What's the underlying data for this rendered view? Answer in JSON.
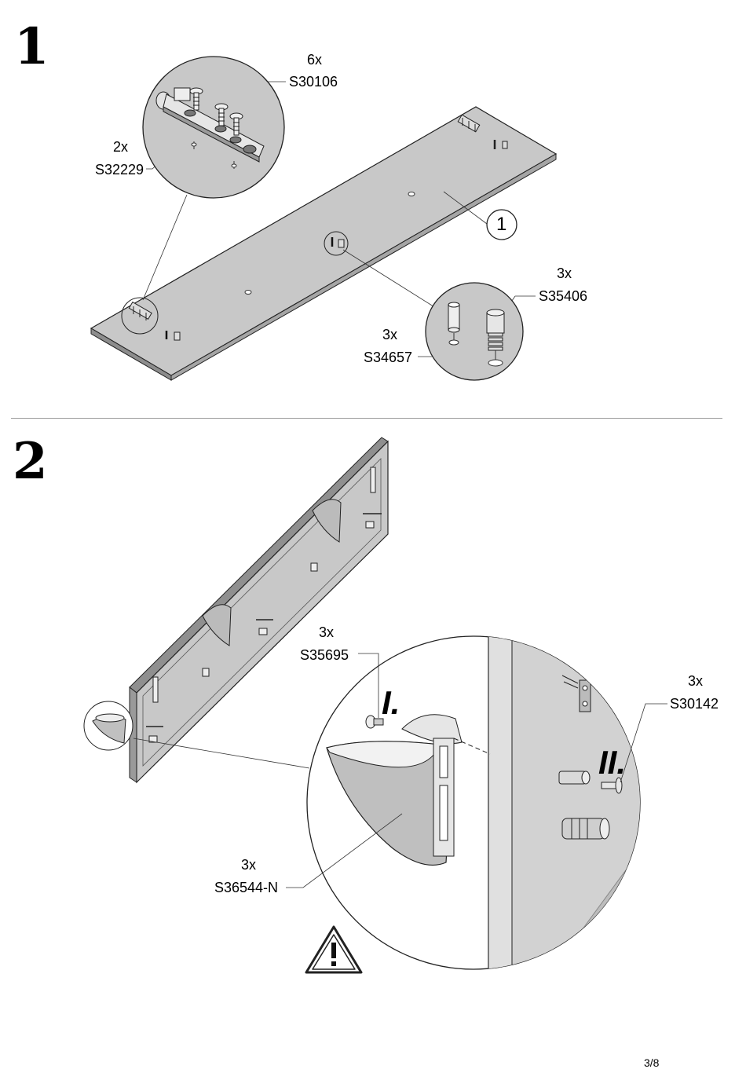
{
  "steps": [
    {
      "number": "1",
      "parts": [
        {
          "qty": "6x",
          "code": "S30106"
        },
        {
          "qty": "2x",
          "code": "S32229"
        },
        {
          "qty": "3x",
          "code": "S35406"
        },
        {
          "qty": "3x",
          "code": "S34657"
        }
      ],
      "panel_callout": "1"
    },
    {
      "number": "2",
      "parts": [
        {
          "qty": "3x",
          "code": "S35695"
        },
        {
          "qty": "3x",
          "code": "S30142"
        },
        {
          "qty": "3x",
          "code": "S36544-N"
        }
      ],
      "sub_steps": [
        "I.",
        "II."
      ],
      "icons": [
        "warning-icon"
      ]
    }
  ],
  "page_number": "3/8"
}
